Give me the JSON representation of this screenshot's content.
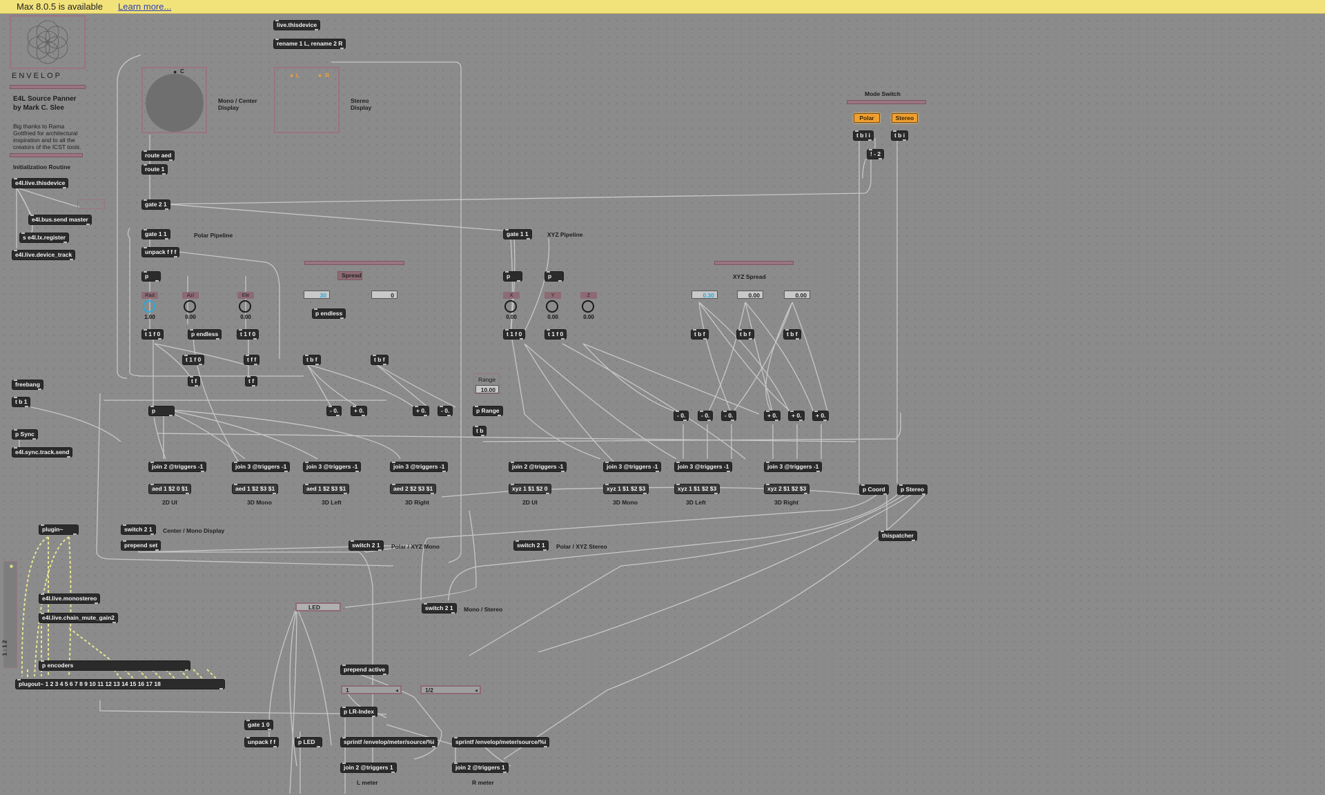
{
  "banner": {
    "message": "Max 8.0.5 is available",
    "link": "Learn more..."
  },
  "logo": {
    "wordmark": "ENVELOP"
  },
  "info": {
    "title": "E4L Source Panner",
    "author": "by Mark C. Slee",
    "credits": [
      "Big thanks to Rama",
      "Gottfried for architectural",
      "inspiration and to all the",
      "creators of the ICST tools."
    ],
    "init_label": "Initialization Routine"
  },
  "panels": {
    "mono_display": "Mono / Center Display",
    "mono_display_l1": "Mono / Center",
    "mono_display_l2": "Display",
    "stereo_display_l1": "Stereo",
    "stereo_display_l2": "Display",
    "center_label": "C",
    "left_label": "L",
    "right_label": "R"
  },
  "objects": {
    "e4l_live_thisdevice": "e4l.live.thisdevice",
    "e4l_bus_send": "e4l.bus.send master",
    "s_e4l_lx_register": "s e4l.lx.register",
    "e4l_live_device_track": "e4l.live.device_track",
    "live_thisdevice": "live.thisdevice",
    "rename": "rename 1 L, rename 2 R",
    "route_aed": "route aed",
    "route_1": "route 1",
    "gate_2_1": "gate 2 1",
    "gate_1_1": "gate 1 1",
    "gate_1_1b": "gate 1 1",
    "unpack_fff": "unpack f f f",
    "p1": "p",
    "p2": "p",
    "p3": "p",
    "p_mid": "p",
    "t1f0_a": "t 1 f 0",
    "t1f0_b": "t 1 f 0",
    "t1f0_c": "t 1 f 0",
    "t1f0_d": "t 1 f 0",
    "t1f0_e": "t 1 f 0",
    "p_endless_a": "p endless",
    "p_endless_b": "p endless",
    "tff": "t f f",
    "tf_a": "t f",
    "tf_b": "t f",
    "tbf_a": "t b f",
    "tbf_b": "t b f",
    "tbf_c": "t b f",
    "tbf_d": "t b f",
    "tbf_e": "t b f",
    "freebang": "freebang",
    "tb1": "t b 1",
    "p_sync": "p Sync",
    "e4l_sync": "e4l.sync.track.send",
    "minus_a": "- 0.",
    "plus_a": "+ 0.",
    "plus_b": "+ 0.",
    "minus_b": "- 0.",
    "p_range": "p Range",
    "tb": "t b",
    "minus_c": "- 0.",
    "minus_d": "- 0.",
    "minus_e": "- 0.",
    "plus_c": "+ 0.",
    "plus_d": "+ 0.",
    "plus_e": "+ 0.",
    "join2_a": "join 2 @triggers -1",
    "join3_a": "join 3 @triggers -1",
    "join3_b": "join 3 @triggers -1",
    "join3_c": "join 3 @triggers -1",
    "join2_b": "join 2 @triggers -1",
    "join3_d": "join 3 @triggers -1",
    "join3_e": "join 3 @triggers -1",
    "join3_f": "join 3 @triggers -1",
    "aed_a": "aed 1 $2 0 $1",
    "aed_b": "aed 1 $2 $3 $1",
    "aed_c": "aed 1 $2 $3 $1",
    "aed_d": "aed 2 $2 $3 $1",
    "xyz_a": "xyz 1 $1 $2 0",
    "xyz_b": "xyz 1 $1 $2 $3",
    "xyz_c": "xyz 1 $1 $2 $3",
    "xyz_d": "xyz 2 $1 $2 $3",
    "tbli": "t b l i",
    "tbi": "t b i",
    "minus2": "! - 2",
    "p_coord": "p Coord",
    "p_stereo": "p Stereo",
    "thispatcher": "thispatcher",
    "plugin": "plugin~",
    "switch_a": "switch 2 1",
    "prepend_set": "prepend set",
    "switch_b": "switch 2 1",
    "switch_c": "switch 2 1",
    "switch_d": "switch 2 1",
    "e4l_monostereo": "e4l.live.monostereo",
    "e4l_chain_mute": "e4l.live.chain_mute_gain2",
    "p_encoders": "p encoders",
    "plugout": "plugout~ 1 2 3 4 5 6 7 8 9 10 11 12 13 14 15 16 17 18",
    "prepend_active": "prepend active",
    "p_lr_index": "p LR-Index",
    "gate_1_0": "gate 1 0",
    "unpack_ff": "unpack f f",
    "p_led": "p LED",
    "sprintf_a": "sprintf /envelop/meter/source/%i",
    "sprintf_b": "sprintf /envelop/meter/source/%i",
    "join2_c": "join 2 @triggers 1",
    "join2_d": "join 2 @triggers 1"
  },
  "comments": {
    "polar_pipeline": "Polar Pipeline",
    "xyz_pipeline": "XYZ Pipeline",
    "spread": "Spread",
    "xyz_spread": "XYZ Spread",
    "mode_switch": "Mode Switch",
    "range": "Range",
    "ui_2d_a": "2D UI",
    "mono_3d_a": "3D Mono",
    "left_3d_a": "3D Left",
    "right_3d_a": "3D Right",
    "ui_2d_b": "2D UI",
    "mono_3d_b": "3D Mono",
    "left_3d_b": "3D Left",
    "right_3d_b": "3D Right",
    "center_mono_display": "Center / Mono Display",
    "polar_xyz_mono": "Polar / XYZ Mono",
    "polar_xyz_stereo": "Polar / XYZ Stereo",
    "mono_stereo": "Mono / Stereo",
    "l_meter": "L meter",
    "r_meter": "R meter",
    "side_label": "1 : 1 2"
  },
  "dials": {
    "rad": {
      "label": "Rad",
      "value": "1.00"
    },
    "azi": {
      "label": "Azi",
      "value": "0.00"
    },
    "ele": {
      "label": "Ele",
      "value": "0.00"
    },
    "x": {
      "label": "X",
      "value": "0.00"
    },
    "y": {
      "label": "Y",
      "value": "0.00"
    },
    "z": {
      "label": "Z",
      "value": "0.00"
    }
  },
  "numbers": {
    "spread_a": "30",
    "spread_b": "0",
    "range": "10.00",
    "xyz_a": "0.30",
    "xyz_b": "0.00",
    "xyz_c": "0.00"
  },
  "toggles": {
    "polar": "Polar",
    "stereo": "Stereo",
    "led": "LED"
  },
  "menus": {
    "menu_a": "1",
    "menu_b": "1/2"
  }
}
